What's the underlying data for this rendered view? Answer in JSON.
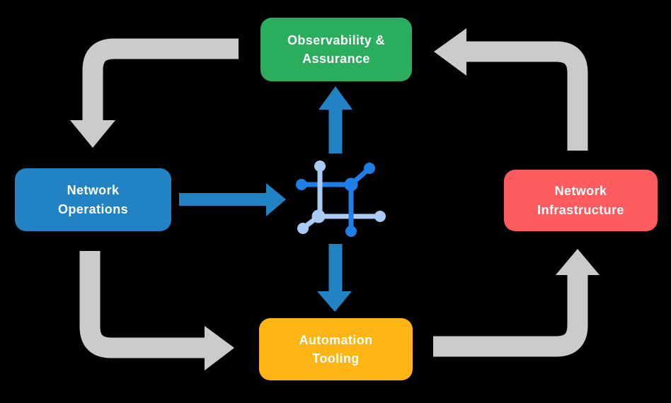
{
  "background": "#000000",
  "colors": {
    "arrow_gray": "#CBCBCB",
    "flow_blue": "#2183C4",
    "icon_dark_blue": "#1E7FE8",
    "icon_light_blue": "#A9CBF3",
    "label_text": "#FFFFFF",
    "observability_green": "#2BAD5E",
    "operations_blue": "#2183C4",
    "infrastructure_red": "#FD5B5E",
    "automation_yellow": "#FDB515"
  },
  "nodes": {
    "observability": {
      "label": "Observability &\nAssurance",
      "color": "#2BAD5E"
    },
    "operations": {
      "label": "Network\nOperations",
      "color": "#2183C4"
    },
    "infrastructure": {
      "label": "Network\nInfrastructure",
      "color": "#FD5B5E"
    },
    "automation": {
      "label": "Automation\nTooling",
      "color": "#FDB515"
    }
  },
  "center_icon": {
    "name": "network-fabric-icon"
  },
  "edges": [
    {
      "from": "Observability & Assurance",
      "to": "Network Operations",
      "style": "gray-elbow-arrow"
    },
    {
      "from": "Network Operations",
      "to": "Automation Tooling",
      "style": "gray-elbow-arrow"
    },
    {
      "from": "Automation Tooling",
      "to": "Network Infrastructure",
      "style": "gray-elbow-arrow"
    },
    {
      "from": "Network Infrastructure",
      "to": "Observability & Assurance",
      "style": "gray-elbow-arrow"
    },
    {
      "from": "Network Operations",
      "to": "center-icon",
      "style": "blue-straight-arrow"
    },
    {
      "from": "center-icon",
      "to": "Observability & Assurance",
      "style": "blue-straight-arrow"
    },
    {
      "from": "center-icon",
      "to": "Automation Tooling",
      "style": "blue-straight-arrow"
    }
  ]
}
